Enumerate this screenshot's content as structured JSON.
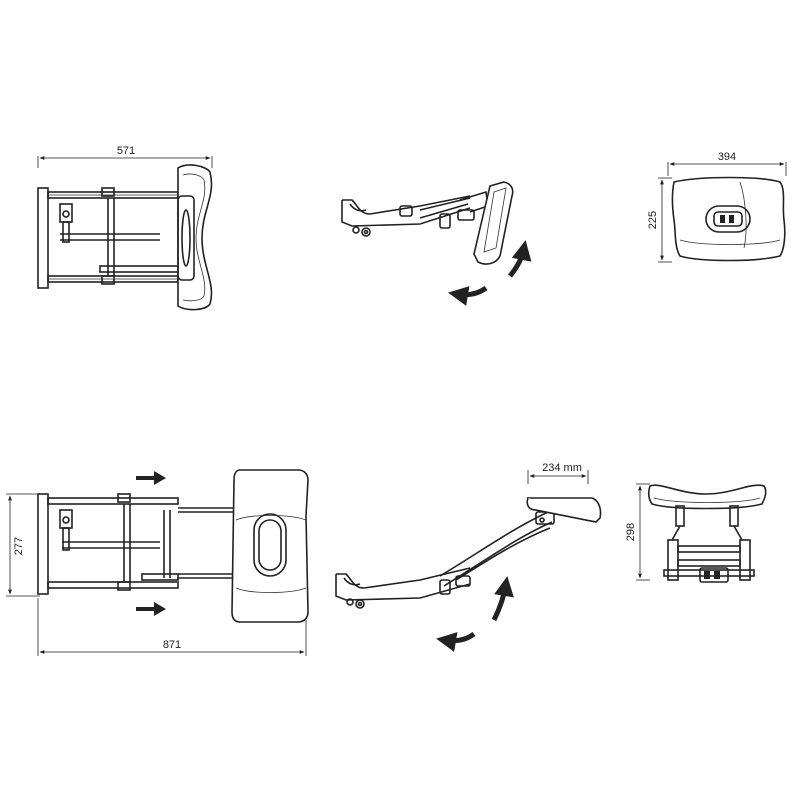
{
  "dimensions": {
    "top_width": "571",
    "seat_width": "394",
    "seat_depth": "225",
    "extended_height": "277",
    "extended_length": "871",
    "seat_length": "234 mm",
    "side_height": "298"
  },
  "colors": {
    "line": "#222222",
    "background": "#ffffff"
  }
}
